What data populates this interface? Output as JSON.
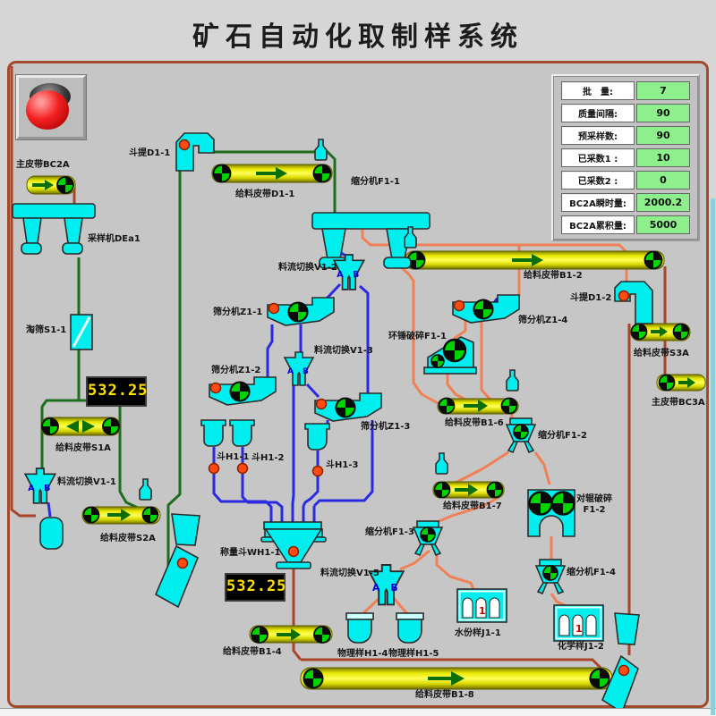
{
  "title": "矿石自动化取制样系统",
  "stats": {
    "rows": [
      {
        "label": "批　量:",
        "value": "7"
      },
      {
        "label": "质量间隔:",
        "value": "90"
      },
      {
        "label": "预采样数:",
        "value": "90"
      },
      {
        "label": "已采数1 :",
        "value": "10"
      },
      {
        "label": "已采数2 :",
        "value": "0"
      },
      {
        "label": "BC2A瞬时量:",
        "value": "2000.2"
      },
      {
        "label": "BC2A累积量:",
        "value": "5000"
      }
    ]
  },
  "displays": {
    "d1": "532.25",
    "d2": "532.25"
  },
  "div_letters": {
    "a": "A",
    "b": "B"
  },
  "sample_mark": "1",
  "labels": {
    "main_belt_bc2a": "主皮带BC2A",
    "sampler_dea1": "采样机DEa1",
    "elevator_d1_1": "斗提D1-1",
    "feed_belt_d1_1": "给料皮带D1-1",
    "divider_f1_1": "缩分机F1-1",
    "flow_switch_v1_2": "料流切换V1-2",
    "screen_z1_1": "筛分机Z1-1",
    "flow_switch_v1_3": "料流切换V1-3",
    "screen_z1_2": "筛分机Z1-2",
    "screen_z1_3": "筛分机Z1-3",
    "screen_z1_4": "筛分机Z1-4",
    "feed_belt_b1_2": "给料皮带B1-2",
    "elevator_d1_2": "斗提D1-2",
    "feed_belt_s3a": "给料皮带S3A",
    "main_belt_bc3a": "主皮带BC3A",
    "crusher_f1_1": "环锤破碎F1-1",
    "sieve_s1_1": "淘筛S1-1",
    "feed_belt_s1a": "给料皮带S1A",
    "flow_switch_v1_1": "料流切换V1-1",
    "feed_belt_s2a": "给料皮带S2A",
    "hopper_h1_1": "斗H1-1",
    "hopper_h1_2": "斗H1-2",
    "hopper_h1_3": "斗H1-3",
    "weigh_hopper_wh1_1": "称量斗WH1-1",
    "flow_switch_v1_5": "料流切换V1-5",
    "divider_f1_3": "缩分机F1-3",
    "feed_belt_b1_6": "给料皮带B1-6",
    "divider_f1_2": "缩分机F1-2",
    "feed_belt_b1_7": "给料皮带B1-7",
    "roll_crusher_f1_2": "对辊破碎\nF1-2",
    "divider_f1_4": "缩分机F1-4",
    "feed_belt_b1_4": "给料皮带B1-4",
    "physical_sample_h1_4": "物理样H1-4",
    "physical_sample_h1_5": "物理样H1-5",
    "moisture_sample_j1_1": "水份样J1-1",
    "chemical_sample_j1_2": "化学样J1-2",
    "feed_belt_b1_8": "给料皮带B1-8"
  },
  "colors": {
    "equipment_cyan": "#00eeee",
    "belt_yellow": "#ffff5a",
    "indicator_green": "#00d400",
    "alarm_red": "#f32020",
    "line_green": "#1f6e1f",
    "line_blue": "#2a2ae0",
    "line_orange": "#f08055",
    "line_brown": "#a8452a",
    "value_bg": "#8df08d",
    "display_text": "#ffe000"
  }
}
